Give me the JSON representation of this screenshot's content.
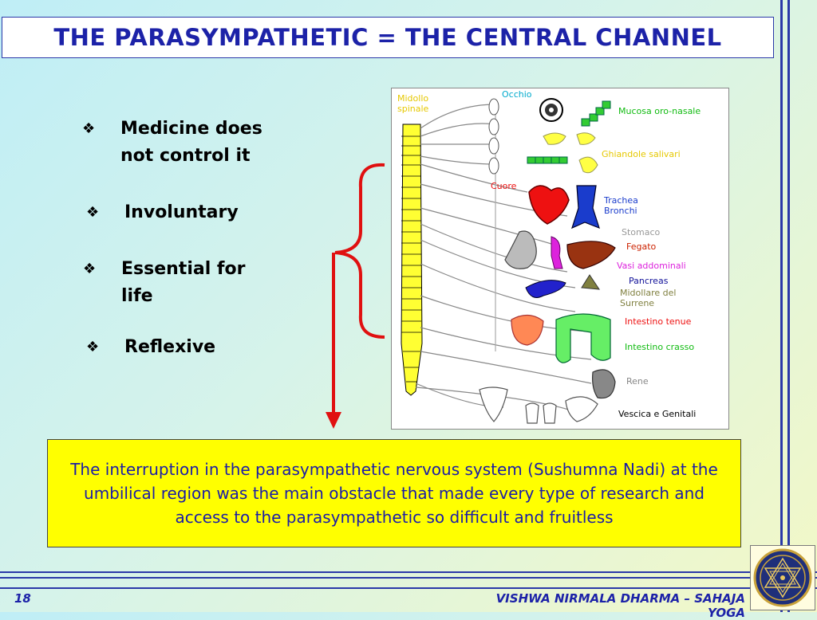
{
  "slide": {
    "title": "THE PARASYMPATHETIC = THE CENTRAL CHANNEL",
    "bullets": [
      {
        "line1": "Medicine does",
        "line2": "not control it"
      },
      {
        "line1": "Involuntary",
        "line2": ""
      },
      {
        "line1": "Essential for",
        "line2": "life"
      },
      {
        "line1": "Reflexive",
        "line2": ""
      }
    ],
    "bullet_symbol": "❖",
    "note": "The interruption in the parasympathetic nervous system (Sushumna Nadi) at the umbilical region was the main obstacle that made every type of research and access to the parasympathetic so difficult and fruitless",
    "footer_page": "18",
    "footer_org": "VISHWA NIRMALA DHARMA – SAHAJA YOGA"
  },
  "diagram": {
    "labels": {
      "spinal": "Midollo spinale",
      "eye": "Occhio",
      "mucosa": "Mucosa oro-nasale",
      "glands": "Ghiandole salivari",
      "heart": "Cuore",
      "trachea": "Trachea Bronchi",
      "stomach": "Stomaco",
      "liver": "Fegato",
      "vessels": "Vasi addominali",
      "pancreas": "Pancreas",
      "adrenal": "Midollare del Surrene",
      "small_intestine": "Intestino tenue",
      "large_intestine": "Intestino crasso",
      "kidney": "Rene",
      "bladder": "Vescica e Genitali"
    }
  },
  "colors": {
    "accent": "#1c22a8",
    "note_bg": "#ffff00",
    "bracket": "#e01010"
  }
}
